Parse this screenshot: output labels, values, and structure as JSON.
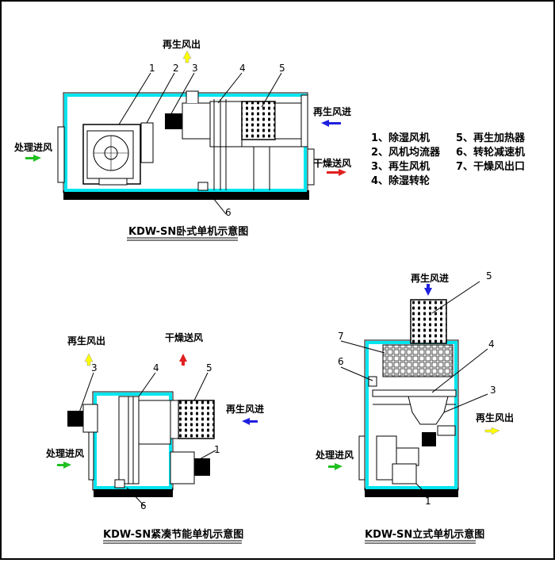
{
  "top_view": {
    "caption": "KDW-SN卧式单机示意图",
    "regen_out": "再生风出",
    "regen_in": "再生风进",
    "process_in": "处理进风",
    "dry_out": "干燥送风",
    "callouts": [
      "1",
      "2",
      "3",
      "4",
      "5",
      "6"
    ]
  },
  "legend": {
    "items": [
      "1、除湿风机",
      "2、风机均流器",
      "3、再生风机",
      "4、除湿转轮",
      "5、再生加热器",
      "6、转轮减速机",
      "7、干燥风出口"
    ]
  },
  "compact_view": {
    "caption": "KDW-SN紧凑节能单机示意图",
    "regen_out": "再生风出",
    "dry_out": "干燥送风",
    "regen_in": "再生风进",
    "process_in": "处理进风",
    "callouts": [
      "3",
      "4",
      "5",
      "1",
      "6"
    ]
  },
  "vertical_view": {
    "caption": "KDW-SN立式单机示意图",
    "regen_in": "再生风进",
    "regen_out": "再生风出",
    "process_in": "处理进风",
    "callouts": [
      "5",
      "7",
      "4",
      "6",
      "3",
      "1"
    ]
  },
  "colors": {
    "frame_outline": "#000000",
    "cyan_frame": "#00e5ee",
    "yellow_arrow": "#ffff00",
    "blue_arrow": "#2020e0",
    "red_arrow": "#e02020",
    "green_arrow": "#20c020"
  }
}
